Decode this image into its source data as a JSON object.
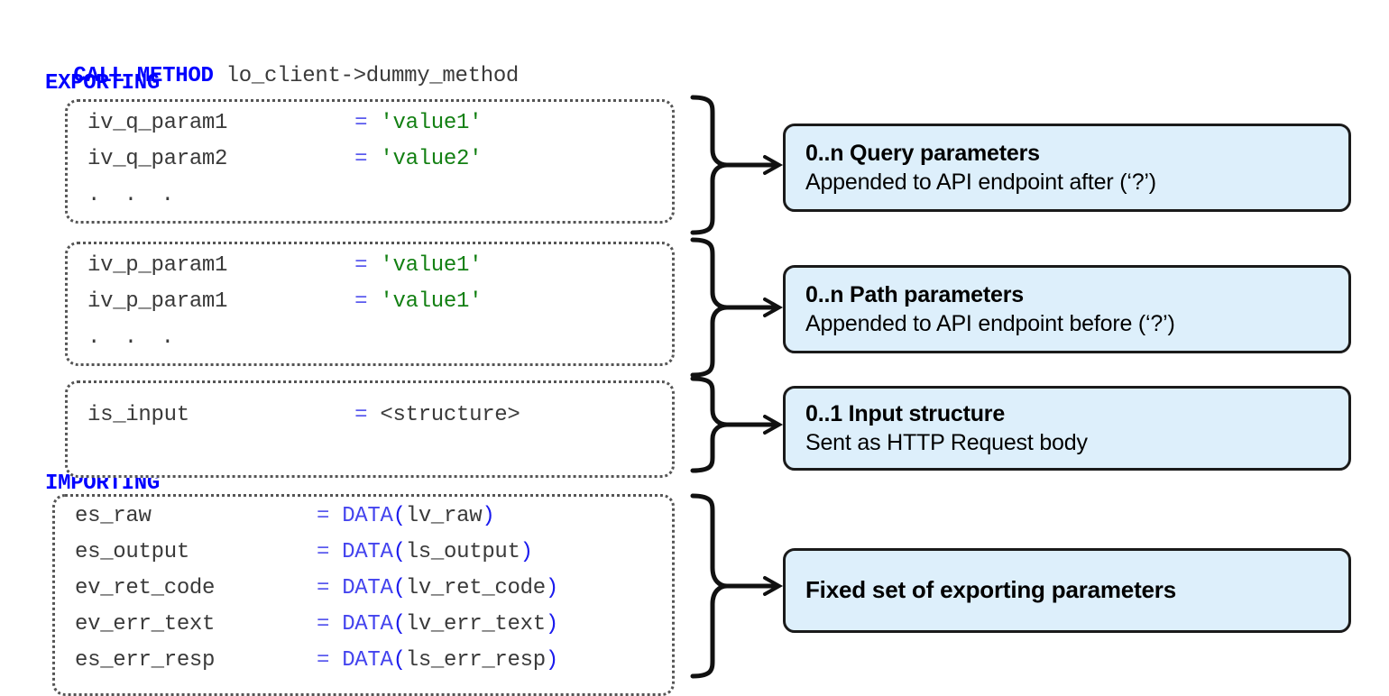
{
  "code": {
    "call_line": {
      "keyword": "CALL METHOD",
      "target": " lo_client->dummy_method"
    },
    "exporting_label": "EXPORTING",
    "importing_label": "IMPORTING",
    "ellipsis": ". . .",
    "equals": "=",
    "blocks": [
      {
        "id": "query",
        "rows": [
          {
            "name": "iv_q_param1",
            "value": "'value1'"
          },
          {
            "name": "iv_q_param2",
            "value": "'value2'"
          }
        ],
        "has_ellipsis": true
      },
      {
        "id": "path",
        "rows": [
          {
            "name": "iv_p_param1",
            "value": "'value1'"
          },
          {
            "name": "iv_p_param1",
            "value": "'value1'"
          }
        ],
        "has_ellipsis": true
      },
      {
        "id": "input",
        "rows": [
          {
            "name": "is_input",
            "value": "<structure>"
          }
        ],
        "has_ellipsis": false
      },
      {
        "id": "importing",
        "rows": [
          {
            "name": "es_raw",
            "fn": "DATA",
            "arg": "lv_raw"
          },
          {
            "name": "es_output",
            "fn": "DATA",
            "arg": "ls_output"
          },
          {
            "name": "ev_ret_code",
            "fn": "DATA",
            "arg": "lv_ret_code"
          },
          {
            "name": "ev_err_text",
            "fn": "DATA",
            "arg": "lv_err_text"
          },
          {
            "name": "es_err_resp",
            "fn": "DATA",
            "arg": "ls_err_resp"
          }
        ],
        "has_ellipsis": false
      }
    ]
  },
  "callouts": [
    {
      "id": "query",
      "title": "0..n Query parameters",
      "sub": "Appended to API endpoint after (‘?’)"
    },
    {
      "id": "path",
      "title": "0..n Path parameters",
      "sub": "Appended to API endpoint before (‘?’)"
    },
    {
      "id": "input",
      "title": "0..1 Input structure",
      "sub": "Sent as HTTP Request body"
    },
    {
      "id": "fixed",
      "title": "Fixed set of exporting parameters",
      "sub": ""
    }
  ],
  "colors": {
    "keyword_blue": "#0000FF",
    "string_green": "#138013",
    "data_fn_blue": "#4444EE",
    "callout_fill": "#DDEFFB",
    "callout_border": "#1A1A1A",
    "code_text": "#3A3A3A",
    "box_border": "#555555"
  },
  "icons": {
    "brace": "curly-brace-right",
    "arrow": "arrow-right"
  }
}
